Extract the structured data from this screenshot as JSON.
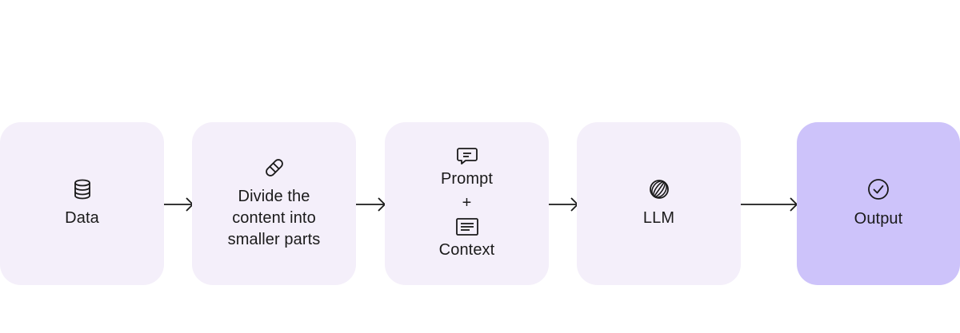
{
  "diagram": {
    "steps": [
      {
        "id": "data",
        "label": "Data",
        "icon": "database-icon"
      },
      {
        "id": "divide",
        "label": "Divide the content into smaller parts",
        "icon": "chunks-icon"
      },
      {
        "id": "prompt",
        "label": "Prompt",
        "plus": "+",
        "label2": "Context",
        "icon": "chat-icon",
        "icon2": "document-icon"
      },
      {
        "id": "llm",
        "label": "LLM",
        "icon": "globe-icon"
      },
      {
        "id": "output",
        "label": "Output",
        "icon": "check-circle-icon"
      }
    ],
    "colors": {
      "box": "#f4effa",
      "output_box": "#cdc3fa",
      "text": "#1a1a1a",
      "stroke": "#1a1a1a"
    }
  }
}
